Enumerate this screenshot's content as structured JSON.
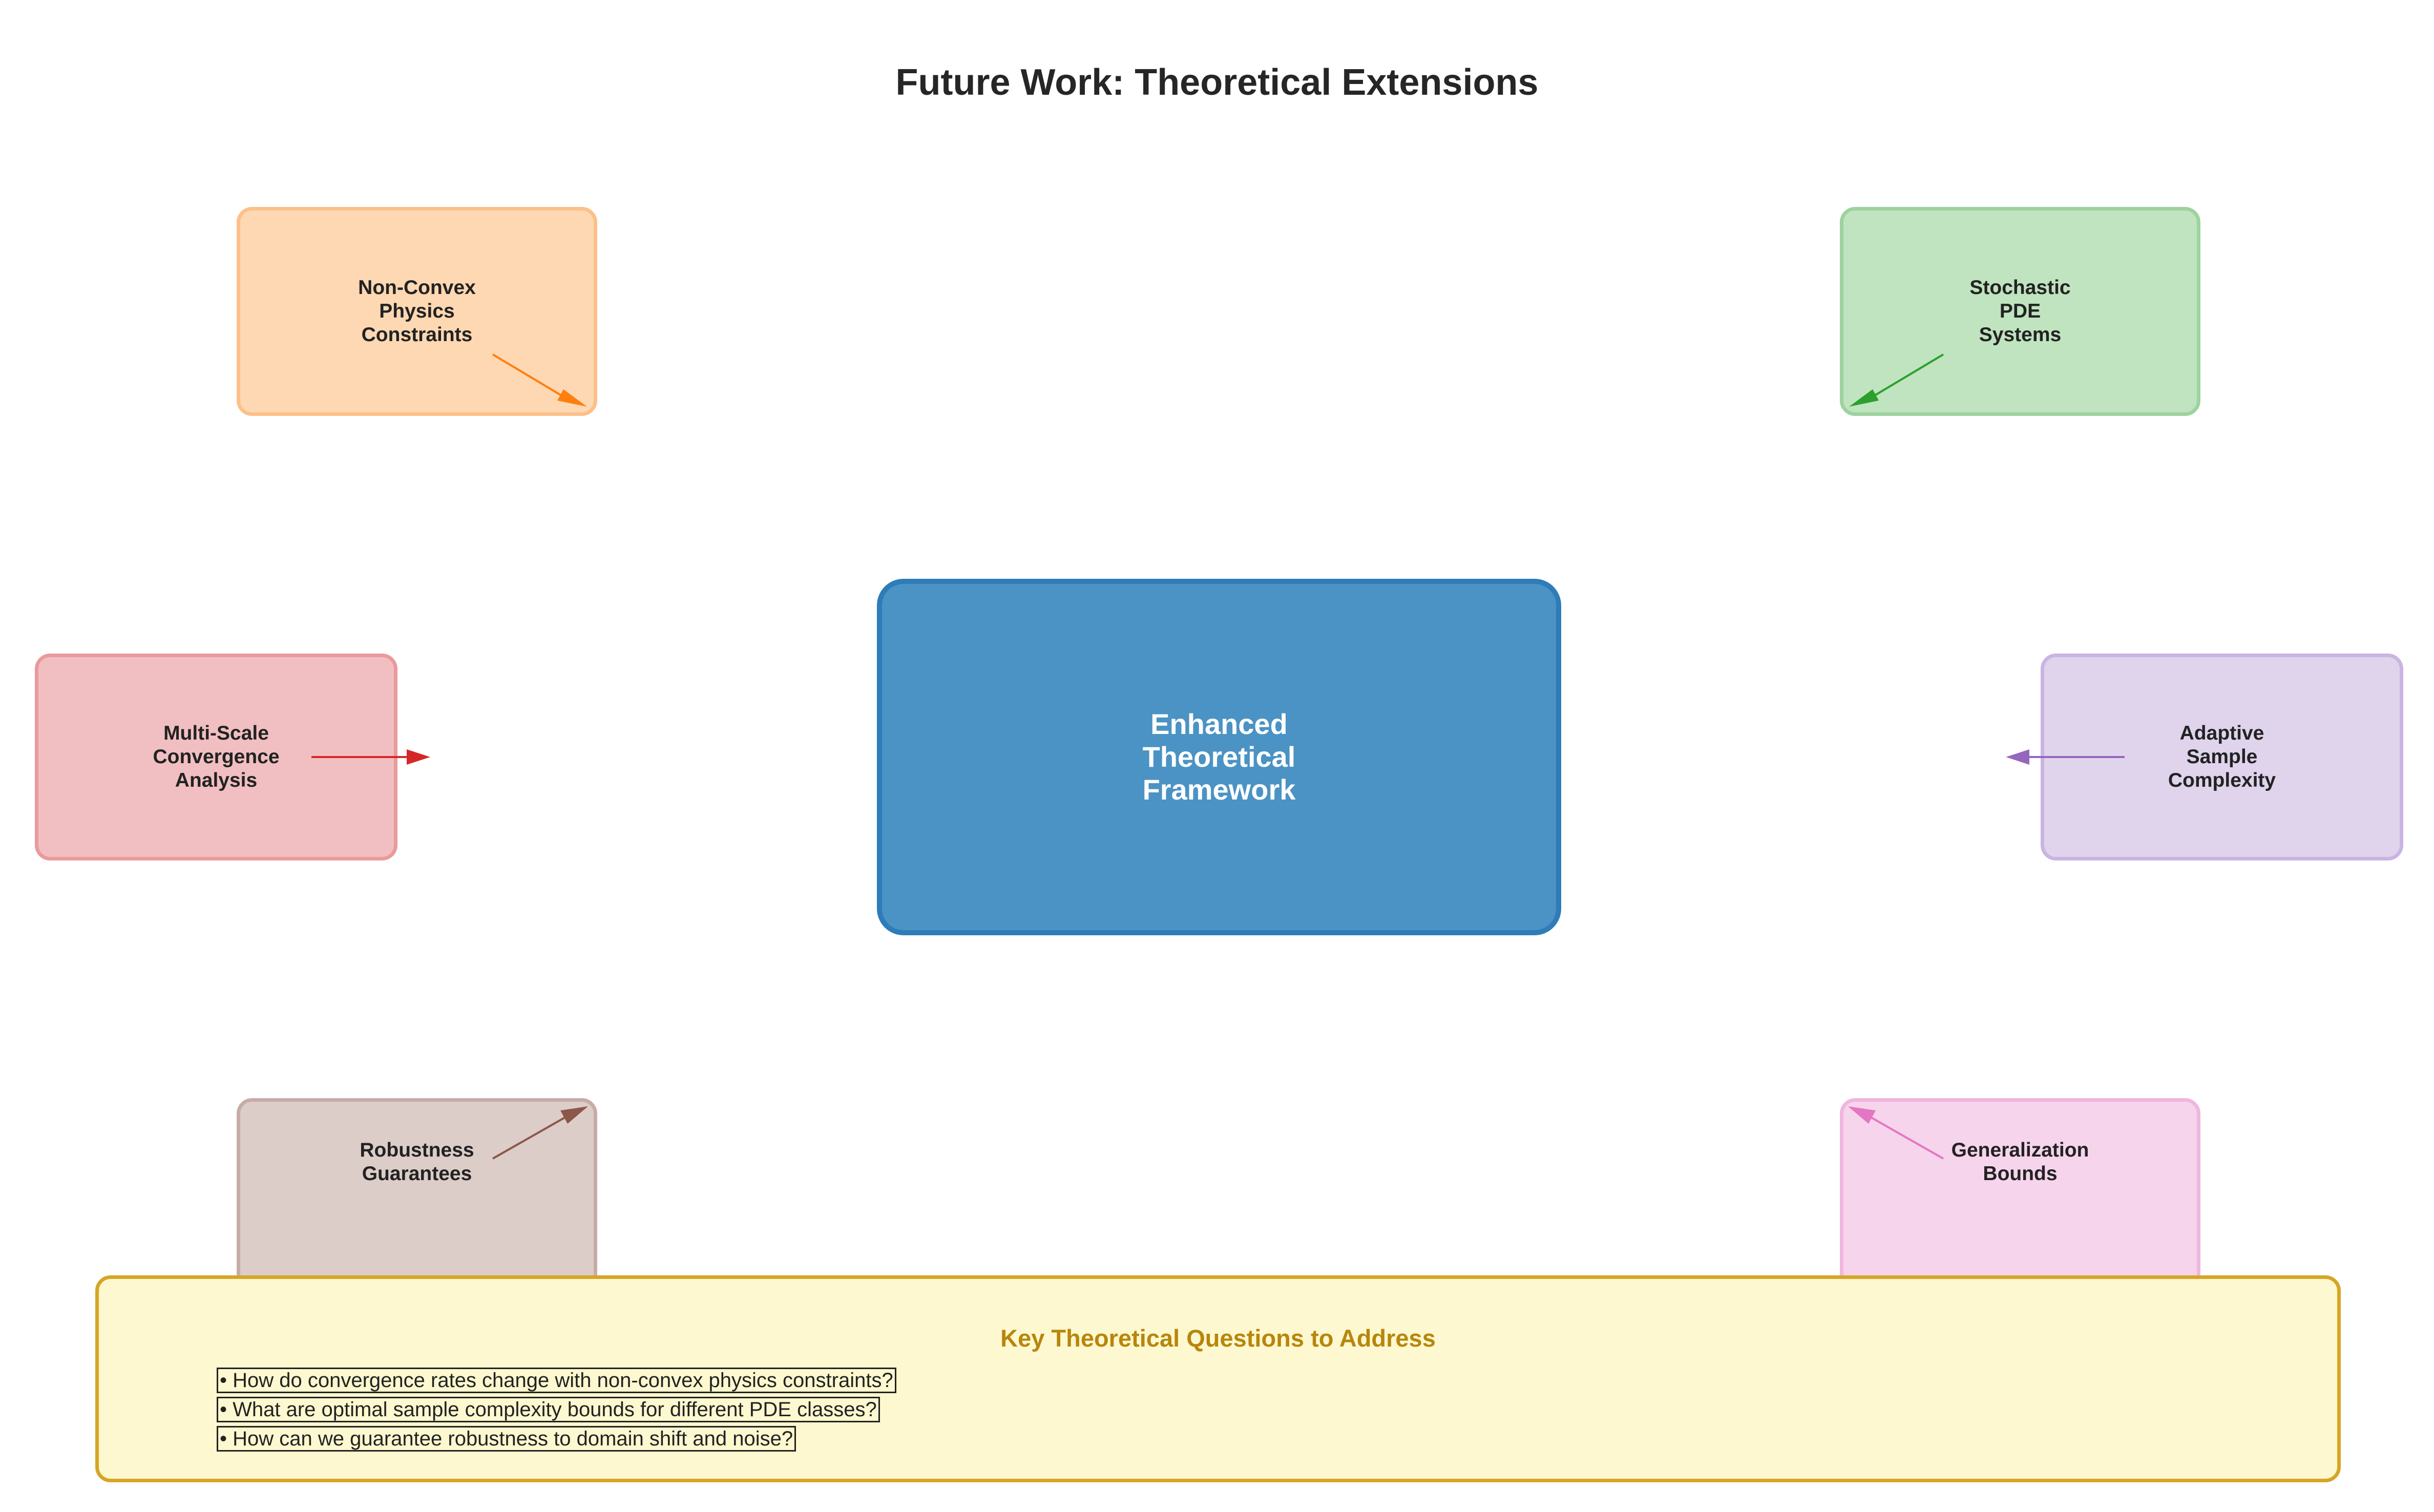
{
  "title": "Future Work: Theoretical Extensions",
  "center": {
    "label": "Enhanced\nTheoretical\nFramework"
  },
  "nodes": {
    "nonconvex": {
      "label": "Non-Convex\nPhysics\nConstraints",
      "color": "#ff7f0e"
    },
    "stochastic": {
      "label": "Stochastic\nPDE\nSystems",
      "color": "#2ca02c"
    },
    "multiscale": {
      "label": "Multi-Scale\nConvergence\nAnalysis",
      "color": "#d62728"
    },
    "adaptive": {
      "label": "Adaptive\nSample\nComplexity",
      "color": "#9467bd"
    },
    "robustness": {
      "label": "Robustness\nGuarantees",
      "color": "#8c564b"
    },
    "generalization": {
      "label": "Generalization\nBounds",
      "color": "#e377c2"
    }
  },
  "questions": {
    "title": "Key Theoretical Questions to Address",
    "items": [
      "• How do convergence rates change with non-convex physics constraints?",
      "• What are optimal sample complexity bounds for different PDE classes?",
      "• How can we guarantee robustness to domain shift and noise?"
    ]
  }
}
